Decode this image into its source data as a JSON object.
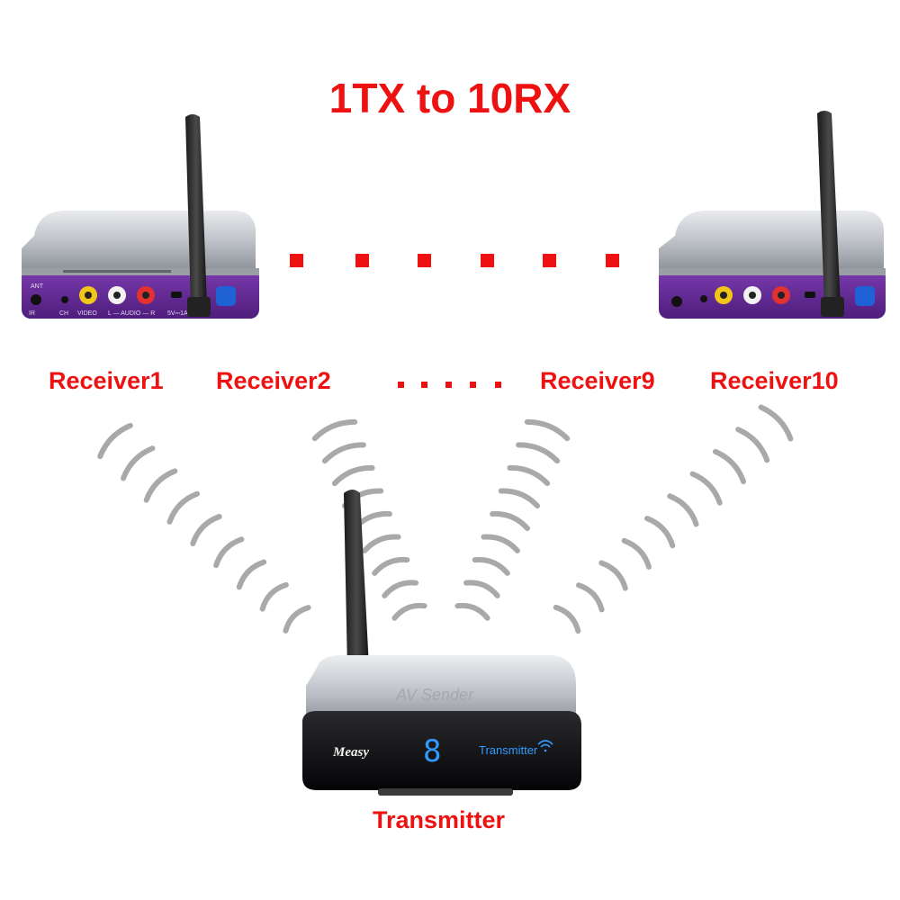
{
  "title": "1TX to 10RX",
  "receivers": [
    {
      "label": "Receiver1"
    },
    {
      "label": "Receiver2"
    },
    {
      "label": "Receiver9"
    },
    {
      "label": "Receiver10"
    }
  ],
  "transmitter": {
    "label": "Transmitter",
    "brand": "Measy",
    "channel_digit": "8",
    "panel_text": "Transmitter",
    "top_text": "AV Sender"
  },
  "device_ports": {
    "ant": "ANT",
    "ir": "IR",
    "ch": "CH",
    "video": "VIDEO",
    "audio": "L — AUDIO — R",
    "power": "5V⎓1A"
  },
  "colors": {
    "accent": "#ee1111",
    "device_purple": "#6a2c9c",
    "device_silver": "#c9cdd3",
    "display_blue": "#2f9bff",
    "wave_gray": "#a9a9a9"
  }
}
